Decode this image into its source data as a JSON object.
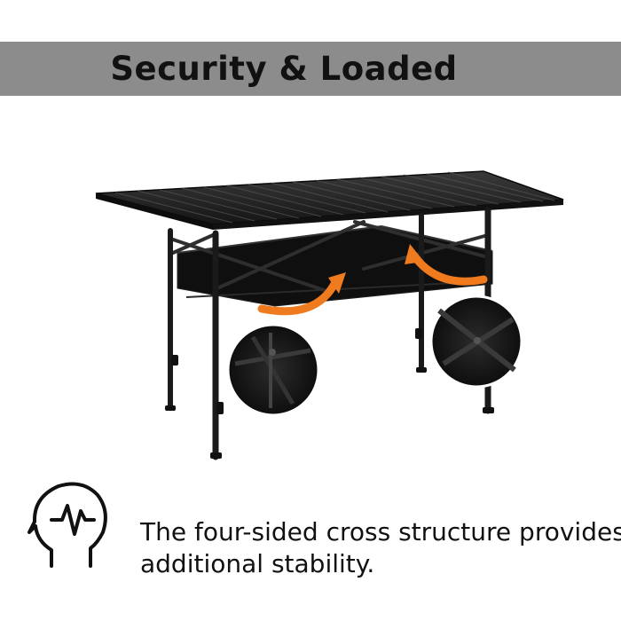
{
  "banner": {
    "title": "Security & Loaded"
  },
  "caption": {
    "line1": "The four-sided cross structure provides",
    "line2": "additional stability."
  },
  "icons": {
    "head": "head-with-pulse-icon",
    "arrows": "curved-arrow-icon"
  },
  "colors": {
    "banner_bg": "#8c8c8c",
    "text": "#111111",
    "accent_arrow": "#f07a1e",
    "table": "#1c1c1c"
  }
}
